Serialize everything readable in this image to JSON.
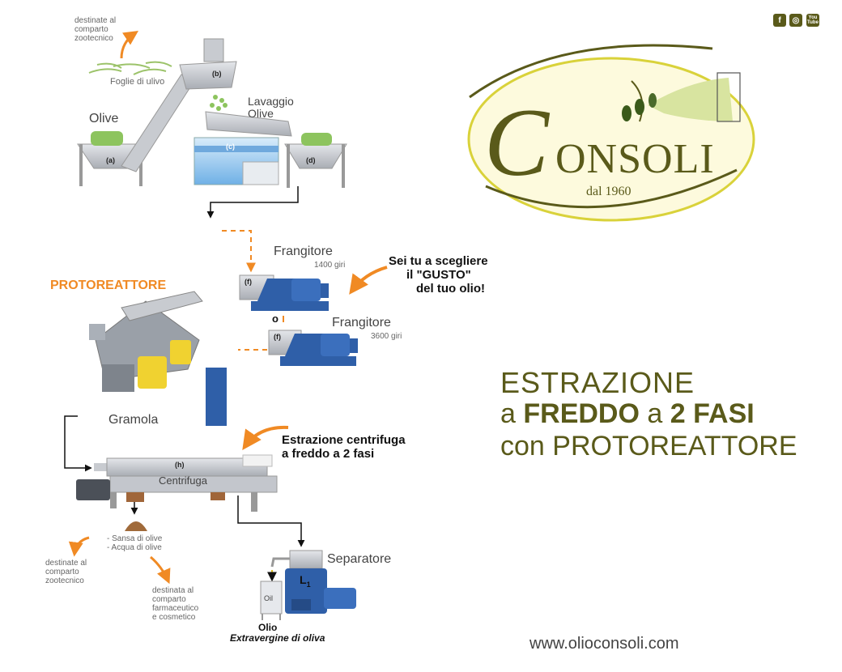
{
  "process": {
    "leaves_dest": [
      "destinate al",
      "comparto",
      "zootecnico"
    ],
    "leaves_label": "Foglie di ulivo",
    "olive_label": "Olive",
    "washing_label": [
      "Lavaggio",
      "Olive"
    ],
    "letters": {
      "a": "(a)",
      "b": "(b)",
      "c": "(c)",
      "d": "(d)",
      "f1": "(f)",
      "f2": "(f)",
      "h": "(h)"
    },
    "crusher1_label": "Frangitore",
    "crusher1_rpm": "1400 giri",
    "or_label": "o",
    "crusher2_label": "Frangitore",
    "crusher2_rpm": "3600 giri",
    "taste_note": [
      "Sei tu a scegliere",
      "il \"GUSTO\"",
      "del tuo olio!"
    ],
    "protoreactor_label": "PROTOREATTORE",
    "malaxer_label": "Gramola",
    "centrifuge_note": [
      "Estrazione centrifuga",
      "a freddo a 2 fasi"
    ],
    "centrifuge_label": "Centrifuga",
    "byproducts": [
      "- Sansa di olive",
      "- Acqua di olive"
    ],
    "dest_zoo": [
      "destinate al",
      "comparto",
      "zootecnico"
    ],
    "dest_pharma": [
      "destinata al",
      "comparto",
      "farmaceutico",
      "e cosmetico"
    ],
    "separator_label": "Separatore",
    "separator_mark": "L",
    "separator_mark_sub": "1",
    "oil_tank_label": "Oil",
    "product_title": "Olio",
    "product_subtitle": "Extravergine di oliva"
  },
  "brand": {
    "name": "ONSOLI",
    "initial": "C",
    "since": "dal 1960",
    "website": "www.olioconsoli.com",
    "social": {
      "facebook": "f",
      "instagram": "◎",
      "youtube_top": "You",
      "youtube_bottom": "Tube"
    }
  },
  "headline": {
    "line1": "ESTRAZIONE",
    "line2_a": "a",
    "line2_b": "FREDDO",
    "line2_c": "a",
    "line2_d": "2 FASI",
    "line3": "con PROTOREATTORE"
  },
  "colors": {
    "accent_orange": "#f08a24",
    "machine_blue": "#2f5fa8",
    "machine_gray": "#b9bcc2",
    "brand_olive": "#5a5a1a",
    "brand_yellow": "#d9d23a"
  }
}
